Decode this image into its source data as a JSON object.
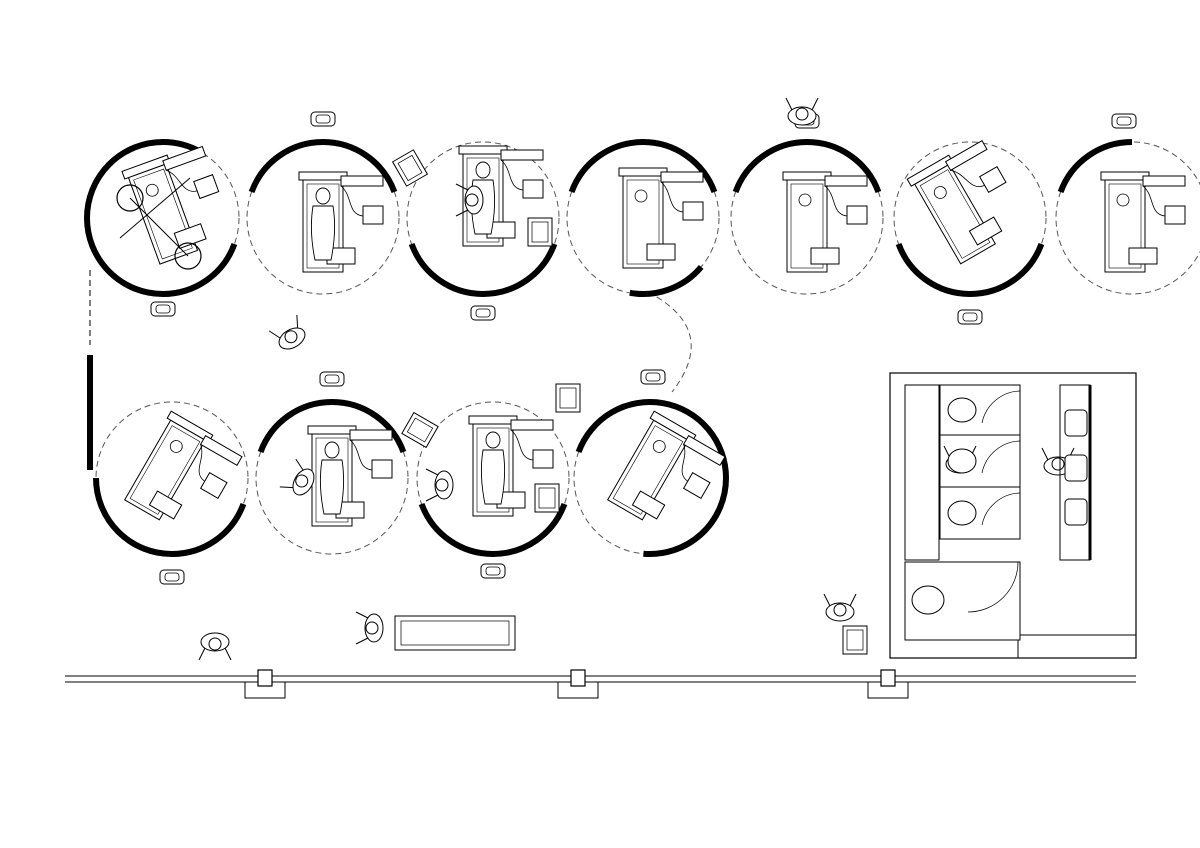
{
  "drawing": {
    "kind": "architectural-floor-plan",
    "background": "#ffffff",
    "line_color": "#000000",
    "dashed_color": "#555555",
    "printed_text": []
  },
  "bays": {
    "top_row_count": 7,
    "bottom_row_count": 4
  },
  "elements": {
    "treatment_bed": "treatment-bed",
    "patient": "patient-on-bed",
    "staff": "staff-person",
    "sink": "wall-sink",
    "trolley": "equipment-trolley",
    "wheelchair": "wheelchair",
    "stretcher": "stretcher",
    "toilet": "toilet",
    "wc_block": "restroom-block",
    "corridor_wall": "exterior-wall"
  }
}
